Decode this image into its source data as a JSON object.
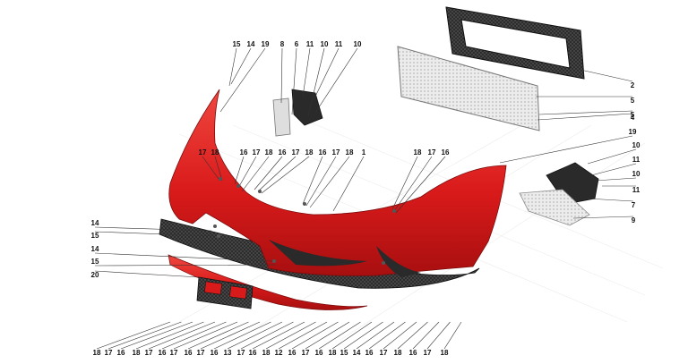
{
  "diagram": {
    "colors": {
      "body_red": "#d91a1a",
      "body_red_dark": "#a80f10",
      "body_red_light": "#f0473f",
      "carbon": "#3a3a3a",
      "carbon_dark": "#1e1e1e",
      "mesh": "#e9e9e9",
      "leader": "#333333",
      "text": "#111111"
    },
    "parts": [
      {
        "key": "bumper",
        "name": "front-bumper-shell",
        "icon": "bumper-shell-icon"
      },
      {
        "key": "splitter",
        "name": "carbon-front-splitter",
        "icon": "carbon-splitter-icon"
      },
      {
        "key": "lower_lip",
        "name": "red-lower-lip",
        "icon": "lip-icon"
      },
      {
        "key": "frame",
        "name": "carbon-grille-frame",
        "icon": "frame-icon"
      },
      {
        "key": "mesh",
        "name": "grille-mesh",
        "icon": "mesh-icon"
      },
      {
        "key": "bracket_left",
        "name": "left-bracket",
        "icon": "bracket-icon"
      },
      {
        "key": "bracket_right",
        "name": "right-bracket",
        "icon": "bracket-icon"
      },
      {
        "key": "vent_cover",
        "name": "right-vent-cover",
        "icon": "vent-cover-icon"
      },
      {
        "key": "plate",
        "name": "license-plate-holder",
        "icon": "plate-holder-icon"
      }
    ],
    "labels": {
      "top_left": [
        "15",
        "14",
        "19",
        "8",
        "6",
        "11",
        "10",
        "11",
        "10"
      ],
      "right": [
        "2",
        "5",
        "5",
        "4",
        "19",
        "10",
        "11",
        "10",
        "11",
        "7",
        "9"
      ],
      "mid_upper": [
        "17",
        "18",
        "16",
        "17",
        "18",
        "16",
        "17",
        "18",
        "16",
        "17",
        "18",
        "1"
      ],
      "mid_right": [
        "18",
        "17",
        "16"
      ],
      "left": [
        "14",
        "15",
        "14",
        "15",
        "20"
      ],
      "bottom": [
        "18",
        "17",
        "16",
        "18",
        "17",
        "16",
        "17",
        "16",
        "17",
        "16",
        "13",
        "17",
        "16",
        "18",
        "12",
        "16",
        "17",
        "16",
        "18",
        "15",
        "14",
        "16",
        "17",
        "18",
        "16",
        "17",
        "18"
      ]
    }
  }
}
